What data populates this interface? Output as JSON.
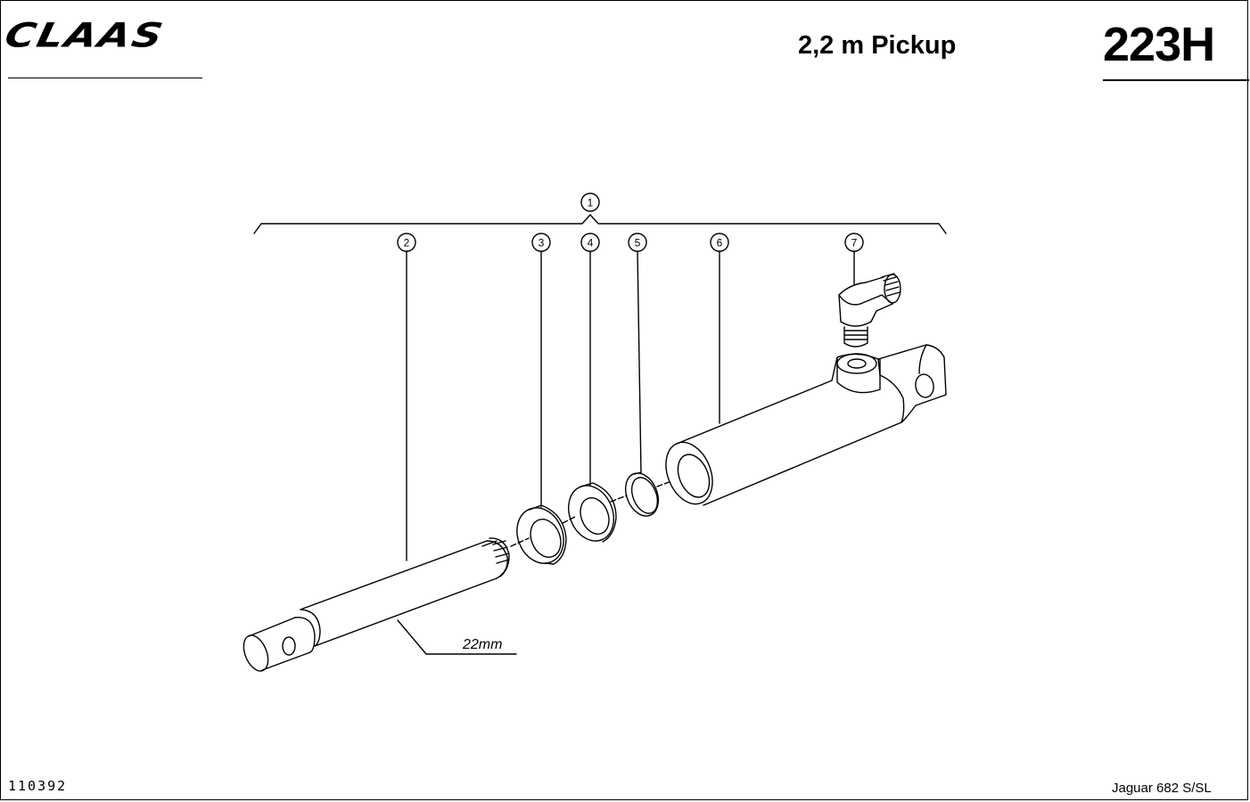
{
  "header": {
    "brand": "CLAAS",
    "title": "2,2 m Pickup",
    "page_code": "223H"
  },
  "footer": {
    "document_id": "110392",
    "machine_model": "Jaguar 682 S/SL"
  },
  "callouts": {
    "assembly": "1",
    "piston_rod": "2",
    "seal_ring_a": "3",
    "seal_ring_b": "4",
    "snap_ring": "5",
    "cylinder_barrel": "6",
    "elbow_fitting": "7"
  },
  "dimension": {
    "rod_diameter": "22mm"
  }
}
